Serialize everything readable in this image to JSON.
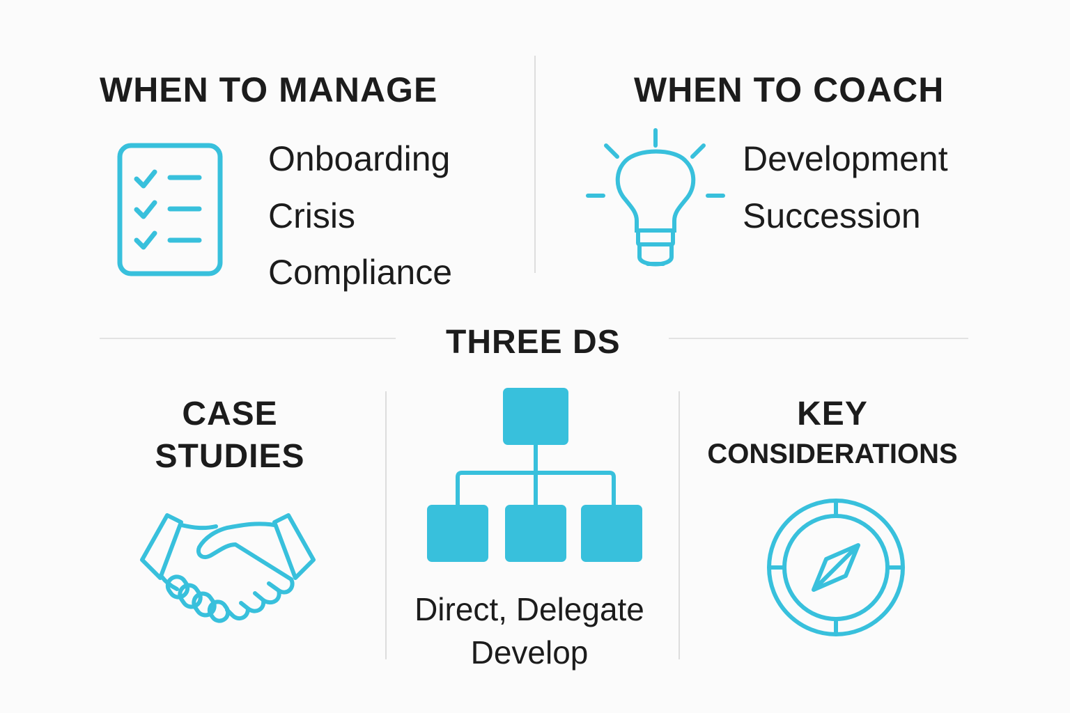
{
  "manage": {
    "heading": "WHEN TO MANAGE",
    "items": [
      "Onboarding",
      "Crisis",
      "Compliance"
    ]
  },
  "coach": {
    "heading": "WHEN TO COACH",
    "items": [
      "Development",
      "Succession"
    ]
  },
  "three_ds": {
    "heading": "THREE DS",
    "caption_line1": "Direct, Delegate",
    "caption_line2": "Develop"
  },
  "case_studies": {
    "heading_line1": "CASE",
    "heading_line2": "STUDIES"
  },
  "considerations": {
    "heading_line1": "KEY",
    "heading_line2": "CONSIDERATIONS"
  },
  "colors": {
    "accent": "#38c0dc",
    "text": "#1c1c1c",
    "divider": "#dddddd"
  },
  "icons": [
    "checklist-icon",
    "lightbulb-icon",
    "handshake-icon",
    "org-chart-icon",
    "compass-icon"
  ]
}
